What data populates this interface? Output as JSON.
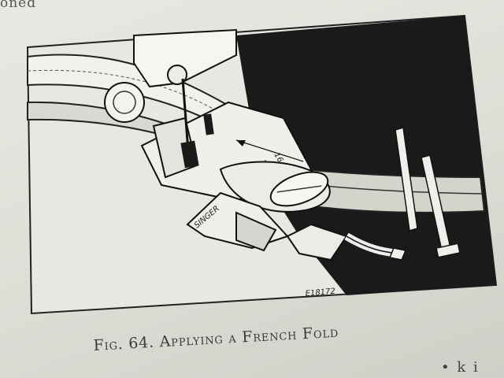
{
  "top_fragment": "oned",
  "figure_code": "E18172",
  "brand_text": "SINGER",
  "gauge_marks": [
    "15",
    "16"
  ],
  "caption": "Fig. 64. Applying a French Fold",
  "bottom_fragment": "• k i"
}
